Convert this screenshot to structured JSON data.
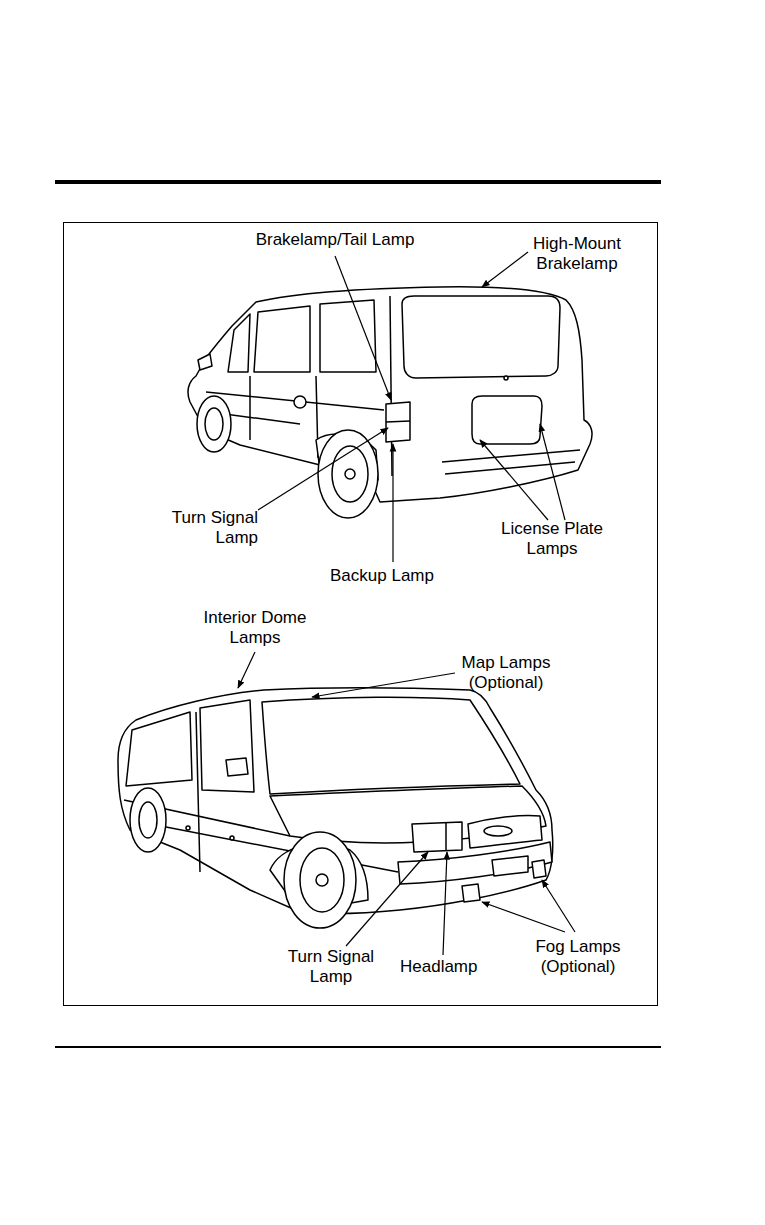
{
  "diagram": {
    "labels": [
      "Brakelamp/Tail Lamp",
      "High-Mount Brakelamp",
      "Turn Signal Lamp",
      "License Plate Lamps",
      "Backup Lamp",
      "Interior Dome Lamps",
      "Map Lamps (Optional)",
      "Turn Signal Lamp",
      "Headlamp",
      "Fog Lamps (Optional)"
    ]
  }
}
